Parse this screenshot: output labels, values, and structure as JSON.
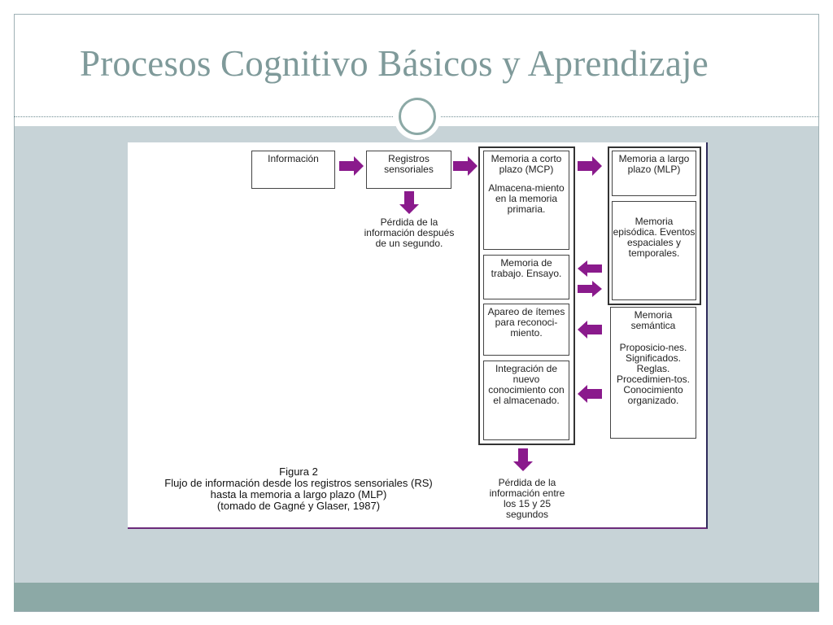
{
  "slide": {
    "title": "Procesos Cognitivo Básicos y Aprendizaje"
  },
  "figure": {
    "informacion": "Información",
    "registros": "Registros sensoriales",
    "perdida_rs": "Pérdida de la información después de un segundo.",
    "mcp_title": "Memoria a corto plazo (MCP)",
    "mcp_store": "Almacena-miento en la memoria primaria.",
    "trabajo": "Memoria de trabajo. Ensayo.",
    "apareo": "Apareo de ítemes para reconoci-miento.",
    "integracion": "Integración de nuevo conocimiento con el almacenado.",
    "perdida_mcp": "Pérdida de la información entre los 15 y 25 segundos",
    "mlp_title": "Memoria a largo plazo (MLP)",
    "episodica": "Memoria episódica. Eventos espaciales y temporales.",
    "semantica_title": "Memoria semántica",
    "semantica_body": "Proposicio-nes. Significados. Reglas. Procedimien-tos. Conocimiento organizado.",
    "caption_1": "Figura 2",
    "caption_2": "Flujo de información desde los registros sensoriales (RS)",
    "caption_3": "hasta la memoria a largo plazo (MLP)",
    "caption_4": "(tomado de Gagné y Glaser, 1987)",
    "arrow_color": "#8a1a8c"
  }
}
